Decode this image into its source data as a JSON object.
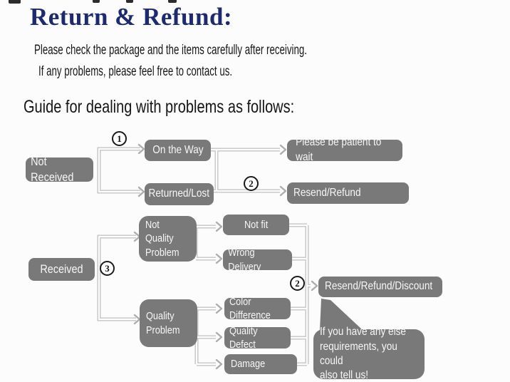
{
  "colors": {
    "title": "#1e2a70",
    "text": "#161616",
    "box": "#797979",
    "box_text": "#f7f7f7",
    "connector": "#c5c5c5",
    "arrow": "#adadad",
    "marker_border": "#1a1a1a"
  },
  "header": {
    "title": "Return & Refund:",
    "subtitle_line1": "Please check the package and the items carefully after receiving.",
    "subtitle_line2": "If any problems, please feel free to contact us.",
    "guide_heading": "Guide for dealing with problems as follows:"
  },
  "flowchart": {
    "markers": {
      "step1": "1",
      "step2_top": "2",
      "step3": "3",
      "step2_bottom": "2"
    },
    "nodes": {
      "not_received": "Not Received",
      "on_the_way": "On the Way",
      "returned_lost": "Returned/Lost",
      "be_patient": "Please be patient to wait",
      "resend_refund": "Resend/Refund",
      "received": "Received",
      "not_quality_problem": "Not\nQuality\nProblem",
      "not_fit": "Not fit",
      "wrong_delivery": "Wrong Delivery",
      "quality_problem": "Quality\nProblem",
      "color_difference": "Color Difference",
      "quality_defect": "Quality Defect",
      "damage": "Damage",
      "resend_refund_discount": "Resend/Refund/Discount"
    },
    "note_bubble": "If you have any else\nrequirements, you could\nalso tell us!"
  }
}
